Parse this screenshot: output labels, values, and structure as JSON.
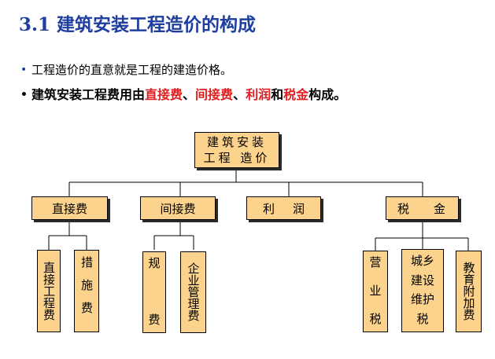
{
  "title": "3.1 建筑安装工程造价的构成",
  "bullets": {
    "b1_text": "工程造价的直意就是工程的建造价格。",
    "b2_pre": "建筑安装工程费用由",
    "b2_k1": "直接费",
    "b2_sep1": "、",
    "b2_k2": "间接费",
    "b2_sep2": "、",
    "b2_k3": "利润",
    "b2_and": "和",
    "b2_k4": "税金",
    "b2_post": "构成。"
  },
  "diagram": {
    "root": {
      "line1": "建筑安装",
      "line2": "工程 造价"
    },
    "level1": {
      "zhijie": "直接费",
      "jianjie": "间接费",
      "lirun_a": "利",
      "lirun_b": "润",
      "shuijin_a": "税",
      "shuijin_b": "金"
    },
    "level2": {
      "zhijie_gongcheng": "直接工程费",
      "cuoshi": "措施费",
      "gui_a": "规",
      "gui_b": "费",
      "qiye": "企业管理费",
      "yingye_a": "营",
      "yingye_b": "业",
      "yingye_c": "税",
      "chengxiang_1": "城乡",
      "chengxiang_2": "建设",
      "chengxiang_3": "维护",
      "chengxiang_4": "税",
      "jiaoyu": "教育附加费"
    }
  },
  "colors": {
    "box_fill": "#fbd38d",
    "title_blue": "#1f3fa0",
    "keyword_red": "#e02020"
  }
}
